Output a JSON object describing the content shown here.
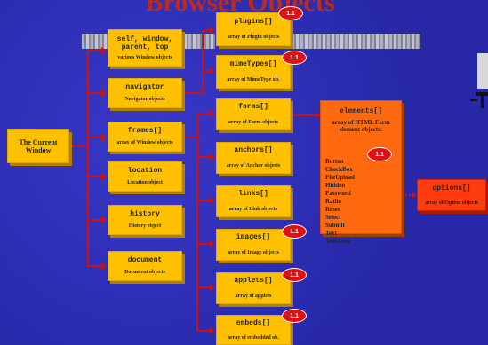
{
  "title": "Browser Objects",
  "root": {
    "line1": "The Current",
    "line2": "Window"
  },
  "window_column": [
    {
      "name": "self, window, parent, top",
      "desc": "various Window objects"
    },
    {
      "name": "navigator",
      "desc": "Navigator objects"
    },
    {
      "name": "frames[]",
      "desc": "array of Window objects"
    },
    {
      "name": "location",
      "desc": "Location object"
    },
    {
      "name": "history",
      "desc": "History object"
    },
    {
      "name": "document",
      "desc": "Document objects"
    }
  ],
  "navigator_children": [
    {
      "name": "plugins[]",
      "desc": "array of Plugin objects",
      "badge": "1.1"
    },
    {
      "name": "mimeTypes[]",
      "desc": "array of MimeType ob.",
      "badge": "1.1"
    }
  ],
  "document_children": [
    {
      "name": "forms[]",
      "desc": "array of Form objects"
    },
    {
      "name": "anchors[]",
      "desc": "array of Anchor objects"
    },
    {
      "name": "links[]",
      "desc": "array of Link objects"
    },
    {
      "name": "images[]",
      "desc": "array of Image objects",
      "badge": "1.1"
    },
    {
      "name": "applets[]",
      "desc": "array of applets",
      "badge": "1.1"
    },
    {
      "name": "embeds[]",
      "desc": "array of embedded ob.",
      "badge": "1.1"
    }
  ],
  "elements": {
    "name": "elements[]",
    "desc_line1": "array of HTML Form",
    "desc_line2": "element objects:",
    "items": [
      "Button",
      "CheckBox",
      "FileUpload",
      "Hidden",
      "Password",
      "Radio",
      "Reset",
      "Select",
      "Submit",
      "Text",
      "TextArea"
    ],
    "badge": "1.1"
  },
  "options": {
    "name": "options[]",
    "desc": "array of Option objects"
  },
  "colors": {
    "background": "#2b2bb8",
    "box": "#ffc000",
    "elements": "#ff6a10",
    "options": "#ff3b10",
    "lines": "#cc1111",
    "title": "#c02a16"
  }
}
